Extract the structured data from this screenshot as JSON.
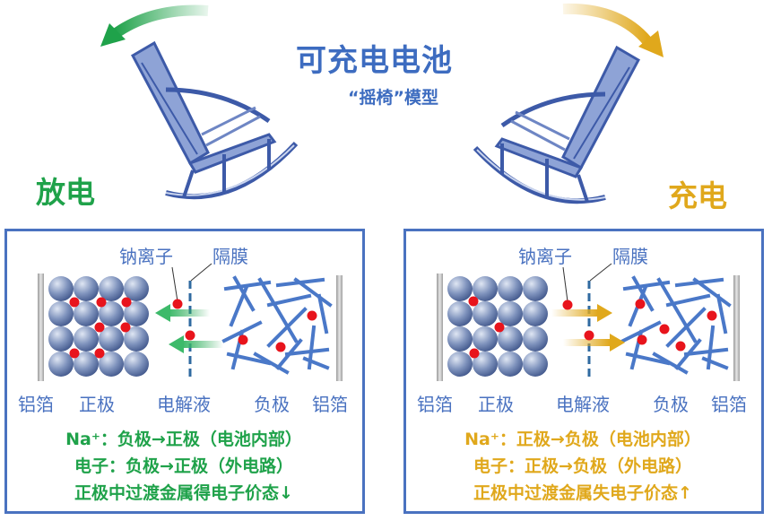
{
  "header": {
    "title": "可充电电池",
    "subtitle": "“摇椅”模型"
  },
  "colors": {
    "discharge": "#1fa24a",
    "charge": "#e0a81c",
    "blue": "#4a72c0",
    "ion": "#e8141c"
  },
  "discharge": {
    "mode_label": "放电",
    "callouts": {
      "ion": "钠离子",
      "separator": "隔膜"
    },
    "labels": {
      "foil_left": "铝箔",
      "cathode": "正极",
      "electrolyte": "电解液",
      "anode": "负极",
      "foil_right": "铝箔"
    },
    "notes": [
      "Na⁺：负极→正极（电池内部）",
      "电子：负极→正极（外电路）",
      "正极中过渡金属得电子价态↓"
    ]
  },
  "charge": {
    "mode_label": "充电",
    "callouts": {
      "ion": "钠离子",
      "separator": "隔膜"
    },
    "labels": {
      "foil_left": "铝箔",
      "cathode": "正极",
      "electrolyte": "电解液",
      "anode": "负极",
      "foil_right": "铝箔"
    },
    "notes": [
      "Na⁺：正极→负极（电池内部）",
      "电子：正极→负极（外电路）",
      "正极中过渡金属失电子价态↑"
    ]
  }
}
